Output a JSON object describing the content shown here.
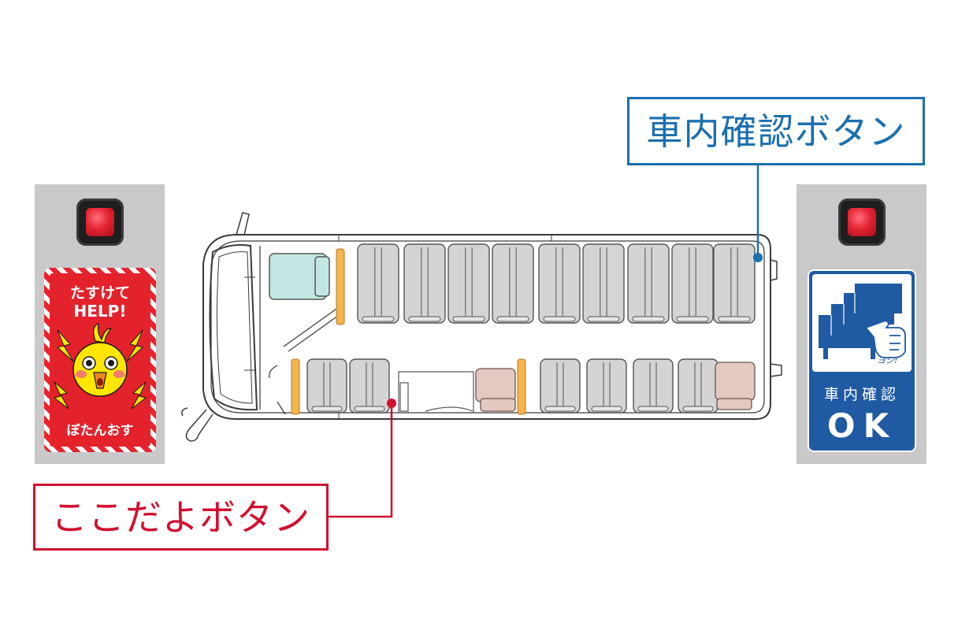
{
  "callouts": {
    "in_car_check_label": "車内確認ボタン",
    "here_button_label": "ここだよボタン"
  },
  "help_sticker": {
    "line1": "たすけて",
    "line2": "HELP!",
    "line3": "ぼたんおす"
  },
  "ok_sticker": {
    "speech": "ヨシ!",
    "line1": "車内確認",
    "line2": "OK"
  },
  "colors": {
    "blue_accent": "#1b6fb0",
    "red_accent": "#d2102f",
    "panel_gray": "#c9c9ca",
    "help_red": "#e3222c",
    "ok_blue": "#1f5aa3",
    "seat_gray": "#d4d4d4",
    "driver_seat": "#c3e6e3",
    "pink_seat": "#e3c9c0",
    "handrail_orange": "#f5b54c"
  },
  "icons": [
    "red-push-button-icon",
    "chick-mascot-icon",
    "pointing-hand-icon",
    "bus-seats-icon",
    "lightning-icon"
  ]
}
